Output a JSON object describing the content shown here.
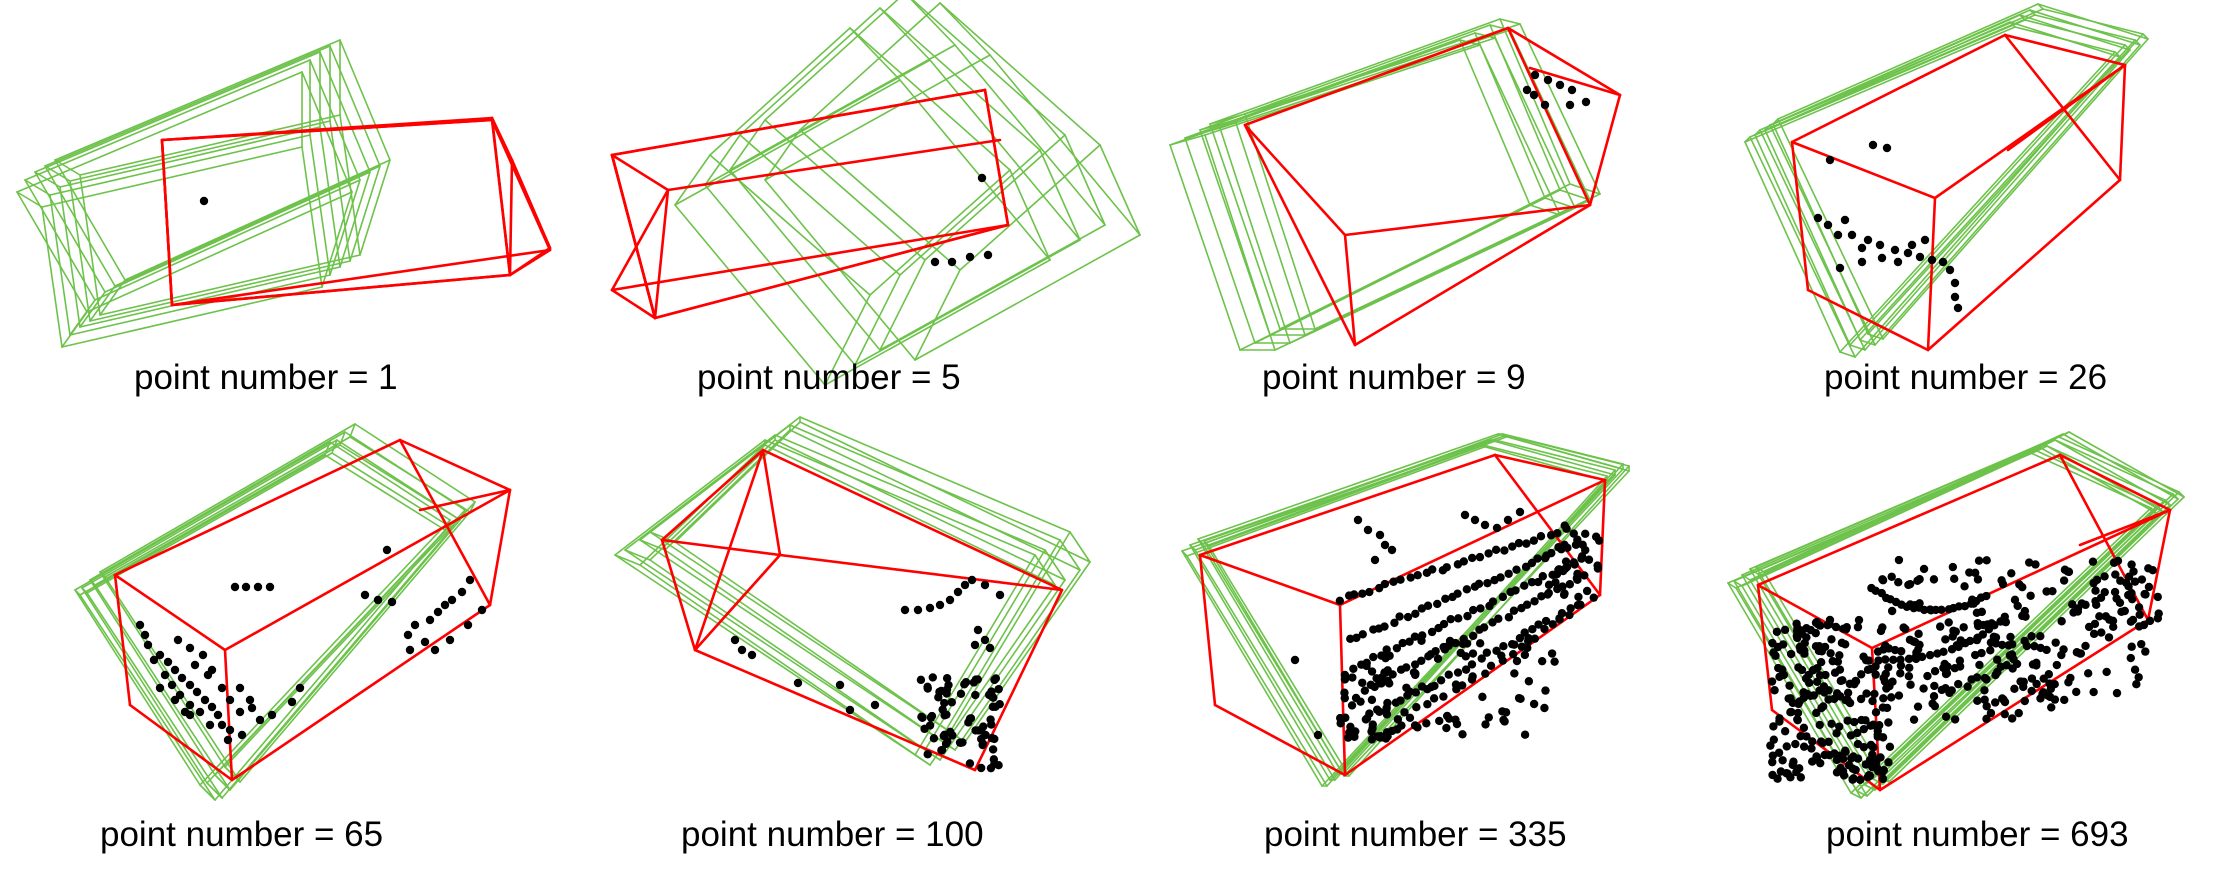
{
  "colors": {
    "ground_truth_box": "#ff0000",
    "predicted_box": "#6dc24b",
    "points": "#000000",
    "caption_text": "#000000",
    "background": "#ffffff"
  },
  "panels": [
    {
      "caption": "point number = 1"
    },
    {
      "caption": "point number = 5"
    },
    {
      "caption": "point number = 9"
    },
    {
      "caption": "point number = 26"
    },
    {
      "caption": "point number = 65"
    },
    {
      "caption": "point number = 100"
    },
    {
      "caption": "point number = 335"
    },
    {
      "caption": "point number = 693"
    }
  ]
}
